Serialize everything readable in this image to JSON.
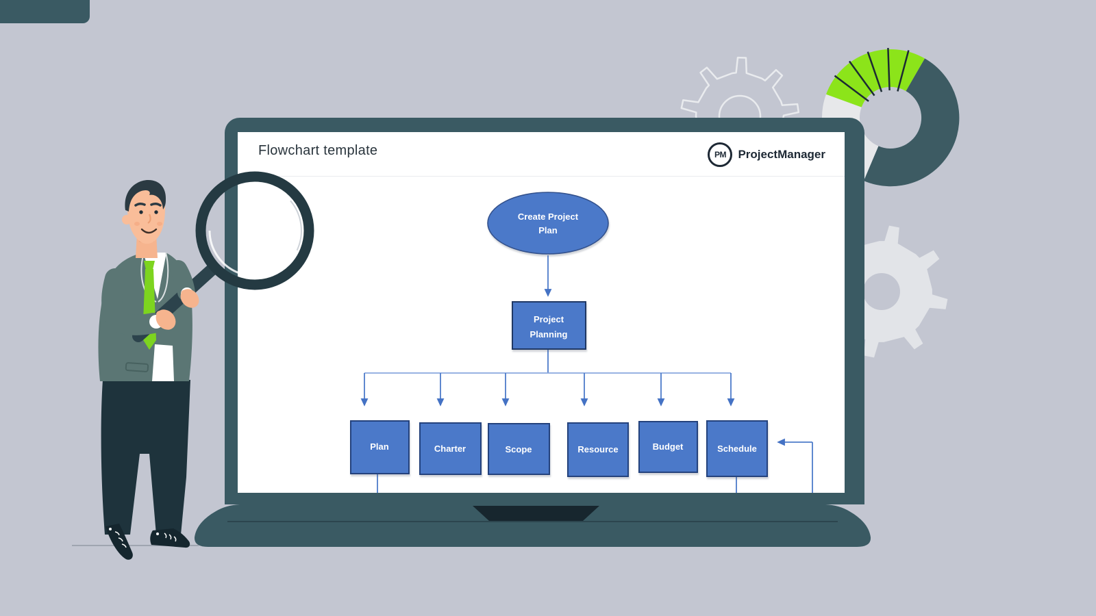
{
  "background_color": "#c3c6d1",
  "corner_accent_color": "#3a5a63",
  "header": {
    "title": "Flowchart template",
    "brand_abbr": "PM",
    "brand_name": "ProjectManager"
  },
  "flowchart": {
    "type": "flowchart",
    "node_fill": "#4b79c9",
    "node_border": "#2a4a85",
    "connector_color": "#4472c4",
    "start": {
      "shape": "ellipse",
      "line1": "Create Project",
      "line2": "Plan"
    },
    "step": {
      "shape": "rectangle",
      "line1": "Project",
      "line2": "Planning"
    },
    "branches": [
      {
        "label": "Plan"
      },
      {
        "label": "Charter"
      },
      {
        "label": "Scope"
      },
      {
        "label": "Resource"
      },
      {
        "label": "Budget"
      },
      {
        "label": "Schedule"
      }
    ],
    "edges": [
      "Create Project Plan -> Project Planning",
      "Project Planning -> Plan",
      "Project Planning -> Charter",
      "Project Planning -> Scope",
      "Project Planning -> Resource",
      "Project Planning -> Budget",
      "Project Planning -> Schedule",
      "feedback arrow enters Schedule from lower right"
    ]
  },
  "illustration": {
    "laptop_color": "#3a5a63",
    "laptop_notch_color": "#17262e",
    "suit_color": "#5b7674",
    "pants_color": "#1e333c",
    "tie_color": "#7dd41f",
    "skin_color": "#f6b48e",
    "hair_color": "#2b3a42",
    "magnifier_color": "#243a42",
    "donut_green": "#8ce41a",
    "donut_dark": "#3d5b63",
    "donut_light": "#e7e8ea",
    "gear_gray": "#e2e4e8"
  }
}
